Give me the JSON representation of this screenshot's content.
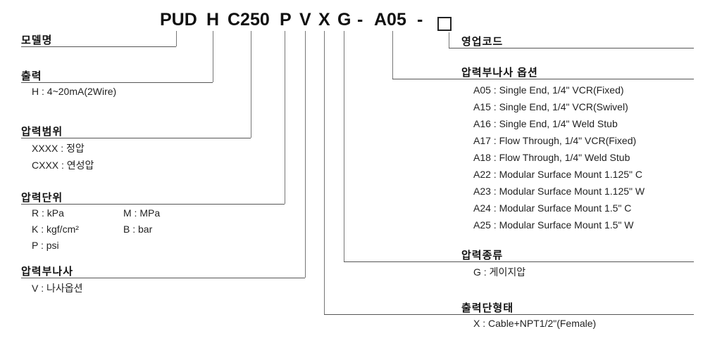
{
  "model_code": {
    "seg_pud": "PUD",
    "seg_h": "H",
    "seg_c250": "C250",
    "seg_p": "P",
    "seg_v": "V",
    "seg_x": "X",
    "seg_g": "G",
    "dash1": "-",
    "seg_a05": "A05",
    "dash2": "-"
  },
  "sections": {
    "model_name": {
      "title": "모델명"
    },
    "sales_code": {
      "title": "영업코드"
    },
    "output": {
      "title": "출력",
      "items": [
        "H : 4~20mA(2Wire)"
      ]
    },
    "pressure_range": {
      "title": "압력범위",
      "items": [
        "XXXX : 정압",
        "CXXX : 연성압"
      ]
    },
    "pressure_unit": {
      "title": "압력단위",
      "col1": [
        "R : kPa",
        "K : kgf/cm²",
        "P : psi"
      ],
      "col2": [
        "M : MPa",
        "B : bar"
      ]
    },
    "pressure_thread": {
      "title": "압력부나사",
      "items": [
        "V : 나사옵션"
      ]
    },
    "thread_options": {
      "title": "압력부나사 옵션",
      "items": [
        "A05 : Single End, 1/4\" VCR(Fixed)",
        "A15 : Single End, 1/4\" VCR(Swivel)",
        "A16 : Single End, 1/4\" Weld Stub",
        "A17 : Flow Through, 1/4\" VCR(Fixed)",
        "A18 : Flow Through, 1/4\" Weld Stub",
        "A22 : Modular Surface Mount 1.125\" C",
        "A23 : Modular Surface Mount 1.125\" W",
        "A24 : Modular Surface Mount 1.5\" C",
        "A25 : Modular Surface Mount 1.5\" W"
      ]
    },
    "pressure_type": {
      "title": "압력종류",
      "items": [
        "G : 게이지압"
      ]
    },
    "output_terminal": {
      "title": "출력단형태",
      "items": [
        "X : Cable+NPT1/2\"(Female)"
      ]
    }
  }
}
